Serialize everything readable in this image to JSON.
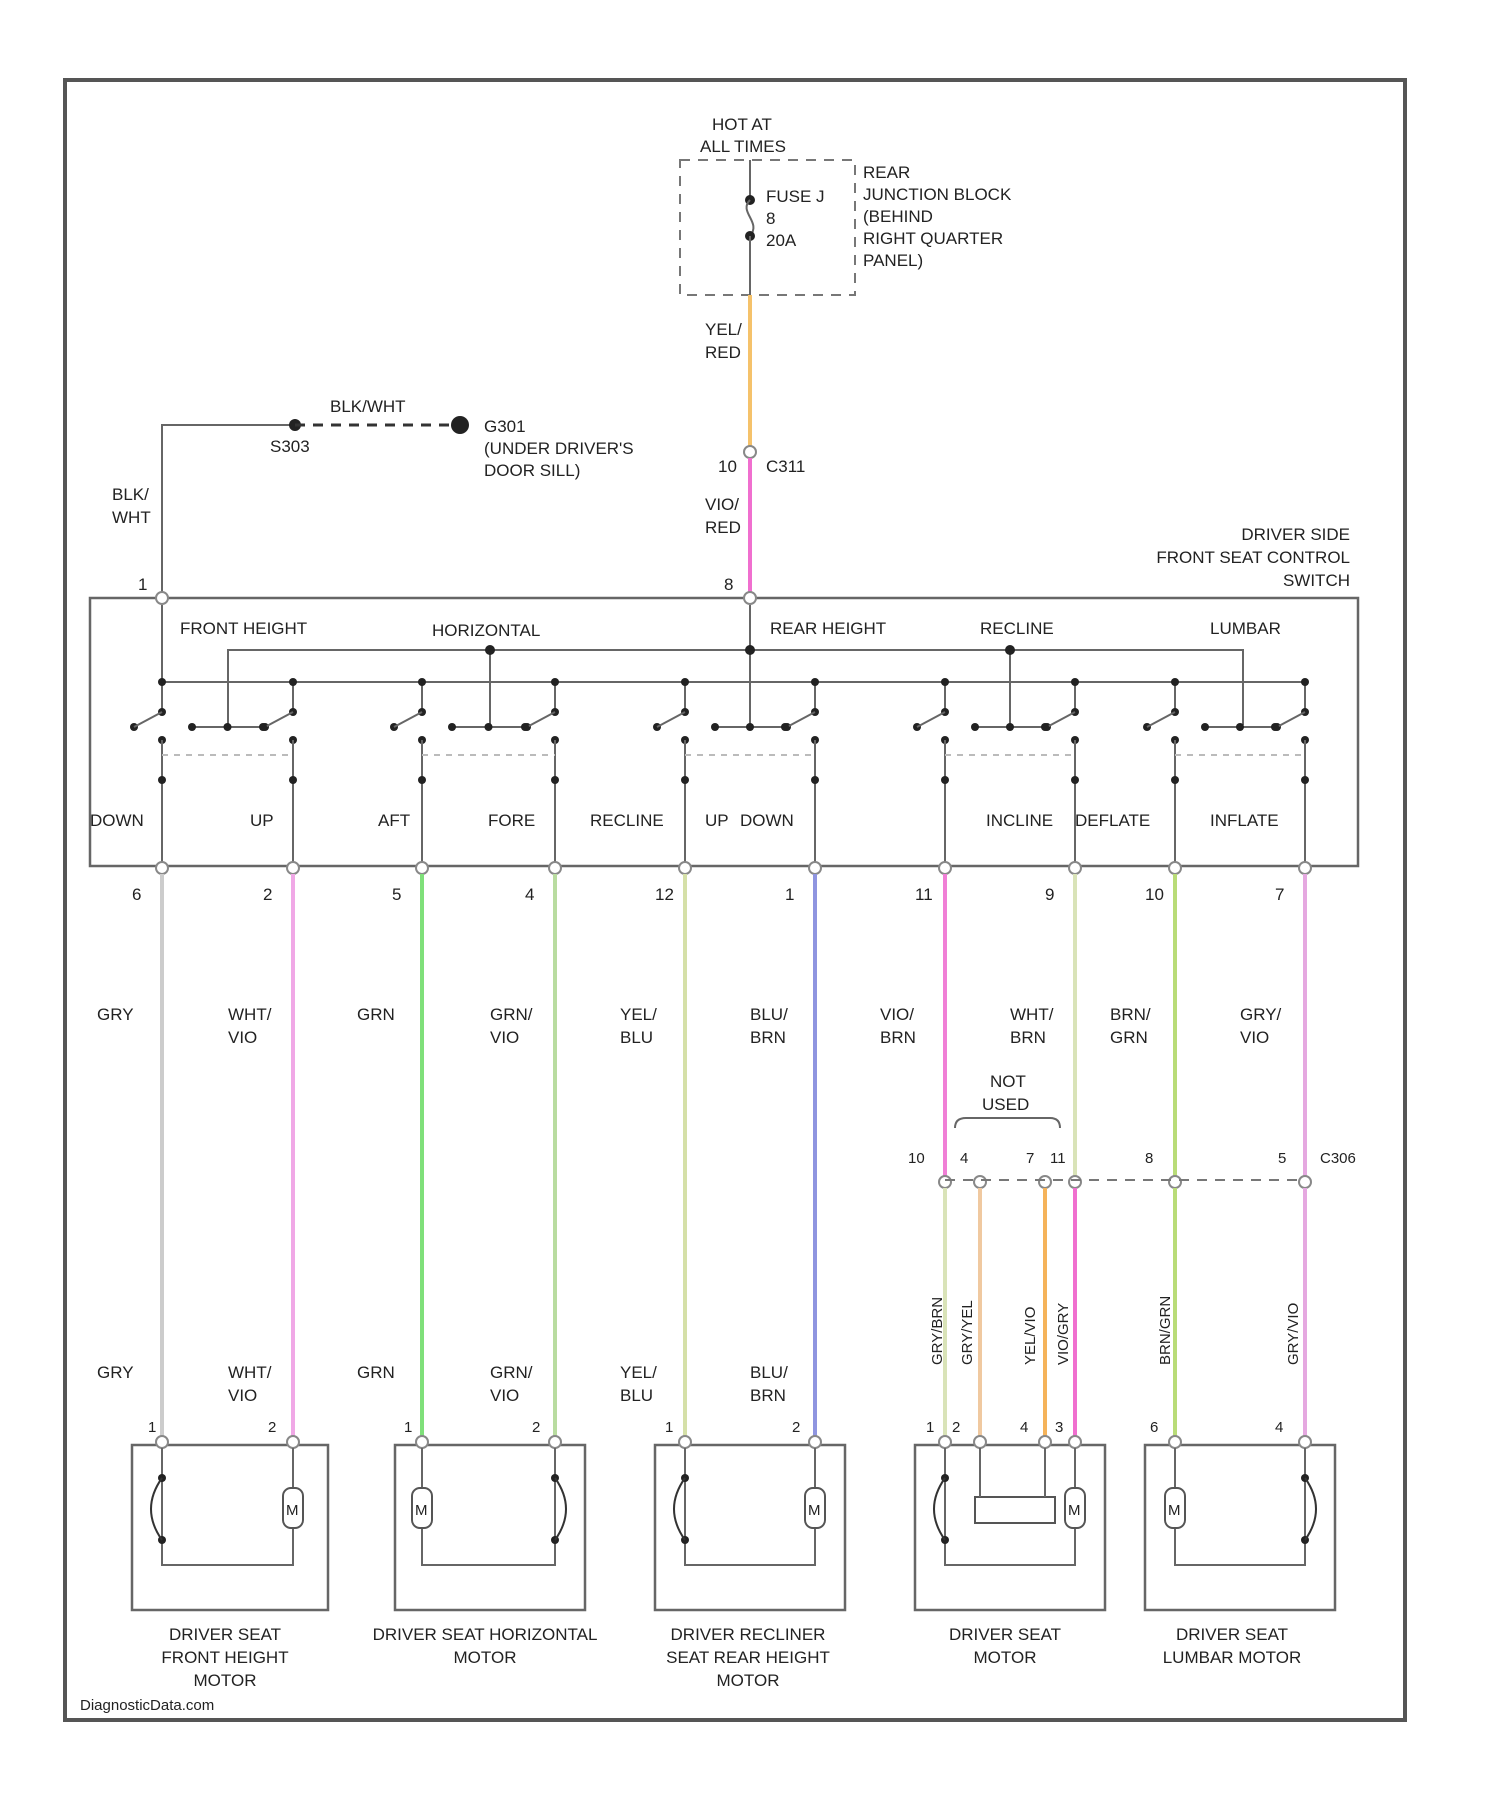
{
  "colors": {
    "frame": "#555555",
    "yel_red": "#f5c26b",
    "vio_red": "#f06fcf",
    "gry": "#cccccc",
    "wht_vio": "#f0a8e6",
    "grn": "#7fe07a",
    "grn_vio": "#b9dca0",
    "yel_blu": "#d5e0a8",
    "blu_brn": "#8f95e0",
    "vio_brn": "#f07fd6",
    "wht_brn": "#d9e3b8",
    "brn_grn": "#b9dc78",
    "gry_vio": "#e5a8e0",
    "orange": "#f5b35a",
    "tan": "#f0c9a0"
  },
  "power": {
    "hot_line1": "HOT AT",
    "hot_line2": "ALL TIMES",
    "fuse_label": "FUSE J",
    "fuse_num": "8",
    "fuse_amp": "20A",
    "rear_line1": "REAR",
    "rear_line2": "JUNCTION BLOCK",
    "rear_line3": "(BEHIND",
    "rear_line4": "RIGHT QUARTER",
    "rear_line5": "PANEL)",
    "wire1_a": "YEL/",
    "wire1_b": "RED",
    "conn_pin": "10",
    "conn_id": "C311",
    "wire2_a": "VIO/",
    "wire2_b": "RED"
  },
  "ground": {
    "wire_label": "BLK/WHT",
    "splice": "S303",
    "gnd_id": "G301",
    "gnd_line1": "(UNDER DRIVER'S",
    "gnd_line2": "DOOR SILL)",
    "left_a": "BLK/",
    "left_b": "WHT"
  },
  "switch": {
    "title1": "DRIVER SIDE",
    "title2": "FRONT SEAT CONTROL",
    "title3": "SWITCH",
    "pin_left": "1",
    "pin_top": "8",
    "groups": [
      "FRONT HEIGHT",
      "HORIZONTAL",
      "REAR HEIGHT",
      "RECLINE",
      "LUMBAR"
    ],
    "pos": [
      "DOWN",
      "UP",
      "AFT",
      "FORE",
      "RECLINE",
      "UP",
      "DOWN",
      "INCLINE",
      "DEFLATE",
      "INFLATE"
    ]
  },
  "wires": [
    {
      "pin": "6",
      "top": [
        "GRY",
        ""
      ],
      "bot": [
        "GRY",
        ""
      ]
    },
    {
      "pin": "2",
      "top": [
        "WHT/",
        "VIO"
      ],
      "bot": [
        "WHT/",
        "VIO"
      ]
    },
    {
      "pin": "5",
      "top": [
        "GRN",
        ""
      ],
      "bot": [
        "GRN",
        ""
      ]
    },
    {
      "pin": "4",
      "top": [
        "GRN/",
        "VIO"
      ],
      "bot": [
        "GRN/",
        "VIO"
      ]
    },
    {
      "pin": "12",
      "top": [
        "YEL/",
        "BLU"
      ],
      "bot": [
        "YEL/",
        "BLU"
      ]
    },
    {
      "pin": "1",
      "top": [
        "BLU/",
        "BRN"
      ],
      "bot": [
        "BLU/",
        "BRN"
      ]
    },
    {
      "pin": "11",
      "top": [
        "VIO/",
        "BRN"
      ]
    },
    {
      "pin": "9",
      "top": [
        "WHT/",
        "BRN"
      ]
    },
    {
      "pin": "10",
      "top": [
        "BRN/",
        "GRN"
      ]
    },
    {
      "pin": "7",
      "top": [
        "GRY/",
        "VIO"
      ]
    }
  ],
  "c_conn": {
    "not_used1": "NOT",
    "not_used2": "USED",
    "pins": [
      "10",
      "4",
      "7",
      "11",
      "8",
      "5"
    ],
    "id": "C306"
  },
  "lower_wires": [
    "GRY/BRN",
    "GRY/YEL",
    "YEL/VIO",
    "VIO/GRY",
    "BRN/GRN",
    "GRY/VIO"
  ],
  "motors": [
    {
      "pins": [
        "1",
        "2"
      ],
      "name": [
        "DRIVER SEAT",
        "FRONT HEIGHT",
        "MOTOR"
      ]
    },
    {
      "pins": [
        "1",
        "2"
      ],
      "name": [
        "DRIVER SEAT HORIZONTAL",
        "MOTOR"
      ]
    },
    {
      "pins": [
        "1",
        "2"
      ],
      "name": [
        "DRIVER RECLINER",
        "SEAT REAR HEIGHT",
        "MOTOR"
      ]
    },
    {
      "pins": [
        "1",
        "2",
        "4",
        "3"
      ],
      "name": [
        "DRIVER SEAT",
        "MOTOR"
      ]
    },
    {
      "pins": [
        "6",
        "4"
      ],
      "name": [
        "DRIVER SEAT",
        "LUMBAR MOTOR"
      ]
    }
  ],
  "motor_symbol": "M",
  "watermark": "DiagnosticData.com"
}
